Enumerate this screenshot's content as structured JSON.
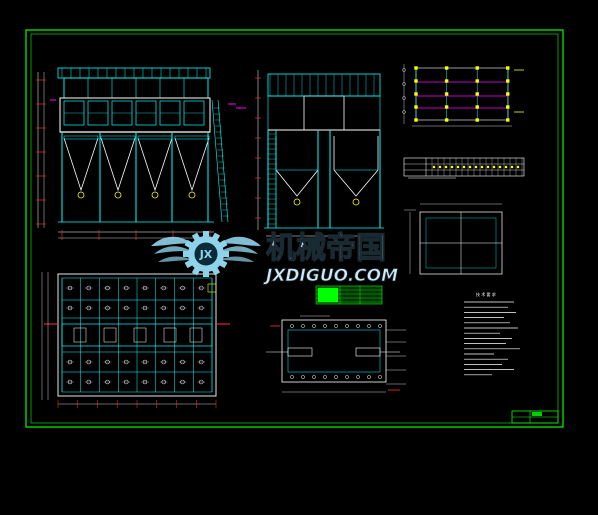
{
  "title_block_text": "",
  "tech_notes_heading": "技 术 要 求",
  "plan_caption": "",
  "table_caption": "",
  "watermark": {
    "brand_cn": "机械帝国",
    "brand_en": "JXDIGUO.COM",
    "logo_letters": "JX"
  },
  "colors": {
    "background": "#000000",
    "frame": "#00ff00",
    "cyan": "#00ffff",
    "white": "#ffffff",
    "yellow": "#ffff00",
    "magenta": "#ff00ff",
    "red": "#ff3030",
    "logo": "#8fd3ea"
  }
}
